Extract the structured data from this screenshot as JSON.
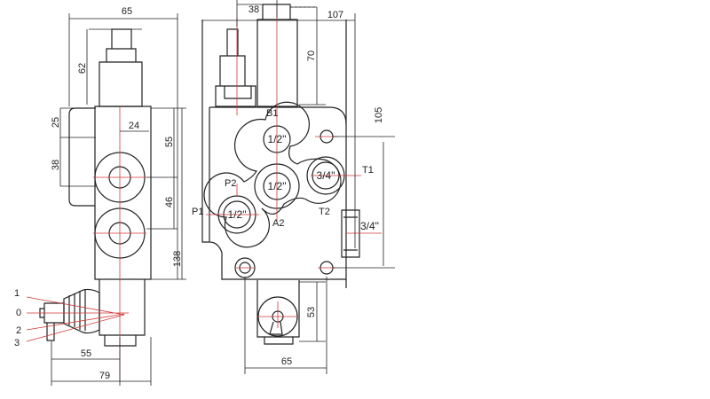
{
  "side_view": {
    "dimensions": {
      "width_top": "65",
      "fitting_height": "62",
      "offset_top": "25",
      "port_spacing_left": "38",
      "port_offset": "24",
      "first_port": "55",
      "port_pitch": "46",
      "body_height": "138",
      "lever_reach": "55",
      "overall_depth": "79"
    },
    "lever_positions": [
      "1",
      "0",
      "2",
      "3"
    ]
  },
  "front_view": {
    "dimensions": {
      "top_block": "38",
      "overall_width": "107",
      "top_height": "70",
      "hole_spacing": "105",
      "bottom_height": "53",
      "bottom_width": "65"
    },
    "ports": [
      {
        "name": "B1",
        "size": "1/2\""
      },
      {
        "name": "A2",
        "size": "1/2\""
      },
      {
        "name": "P1",
        "size": "1/2\""
      },
      {
        "name": "P2",
        "size": ""
      },
      {
        "name": "T1",
        "size": "3/4\""
      },
      {
        "name": "T2",
        "size": ""
      }
    ],
    "side_port_size": "3/4\""
  },
  "colors": {
    "outline": "#222222",
    "centerline": "#d23a3a"
  }
}
